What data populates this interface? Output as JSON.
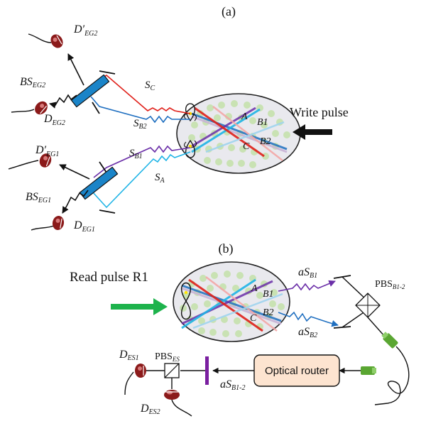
{
  "panel_a": {
    "label": "(a)",
    "write_pulse": "Write pulse",
    "beam_labels": {
      "A": "A",
      "B1": "B1",
      "B2": "B2",
      "C": "C"
    },
    "signals": {
      "sc": "S",
      "sc_sub": "C",
      "sb2": "S",
      "sb2_sub": "B2",
      "sb1": "S",
      "sb1_sub": "B1",
      "sa": "S",
      "sa_sub": "A"
    },
    "beam_splitters": {
      "bs2": "BS",
      "bs2_sub": "EG2",
      "bs1": "BS",
      "bs1_sub": "EG1"
    },
    "detectors": {
      "dp2": "D′",
      "dp2_sub": "EG2",
      "d2": "D",
      "d2_sub": "EG2",
      "dp1": "D′",
      "dp1_sub": "EG1",
      "d1": "D",
      "d1_sub": "EG1"
    }
  },
  "panel_b": {
    "label": "(b)",
    "read_pulse": "Read pulse R1",
    "beam_labels": {
      "A": "A",
      "B1": "B1",
      "B2": "B2",
      "C": "C"
    },
    "signals": {
      "asb1": "aS",
      "asb1_sub": "B1",
      "asb2": "aS",
      "asb2_sub": "B2",
      "asb12": "aS",
      "asb12_sub": "B1-2"
    },
    "pbs12": "PBS",
    "pbs12_sub": "B1-2",
    "pbses": "PBS",
    "pbses_sub": "ES",
    "router": "Optical router",
    "detectors": {
      "des1": "D",
      "des1_sub": "ES1",
      "des2": "D",
      "des2_sub": "ES2"
    }
  },
  "colors": {
    "red": "#e0201a",
    "blue": "#1f6fc0",
    "cyan": "#1fb4e6",
    "purple": "#6b2fa8",
    "ellipse_fill": "#e9e9ee",
    "atoms": "#c9e2b3",
    "detector": "#8b1a1a",
    "fiber_green": "#5aa632",
    "arrow_green": "#1db34c",
    "router_fill": "#fde4d0",
    "plate_purple": "#7a1fa0",
    "bs_blue": "#1a84c8"
  }
}
